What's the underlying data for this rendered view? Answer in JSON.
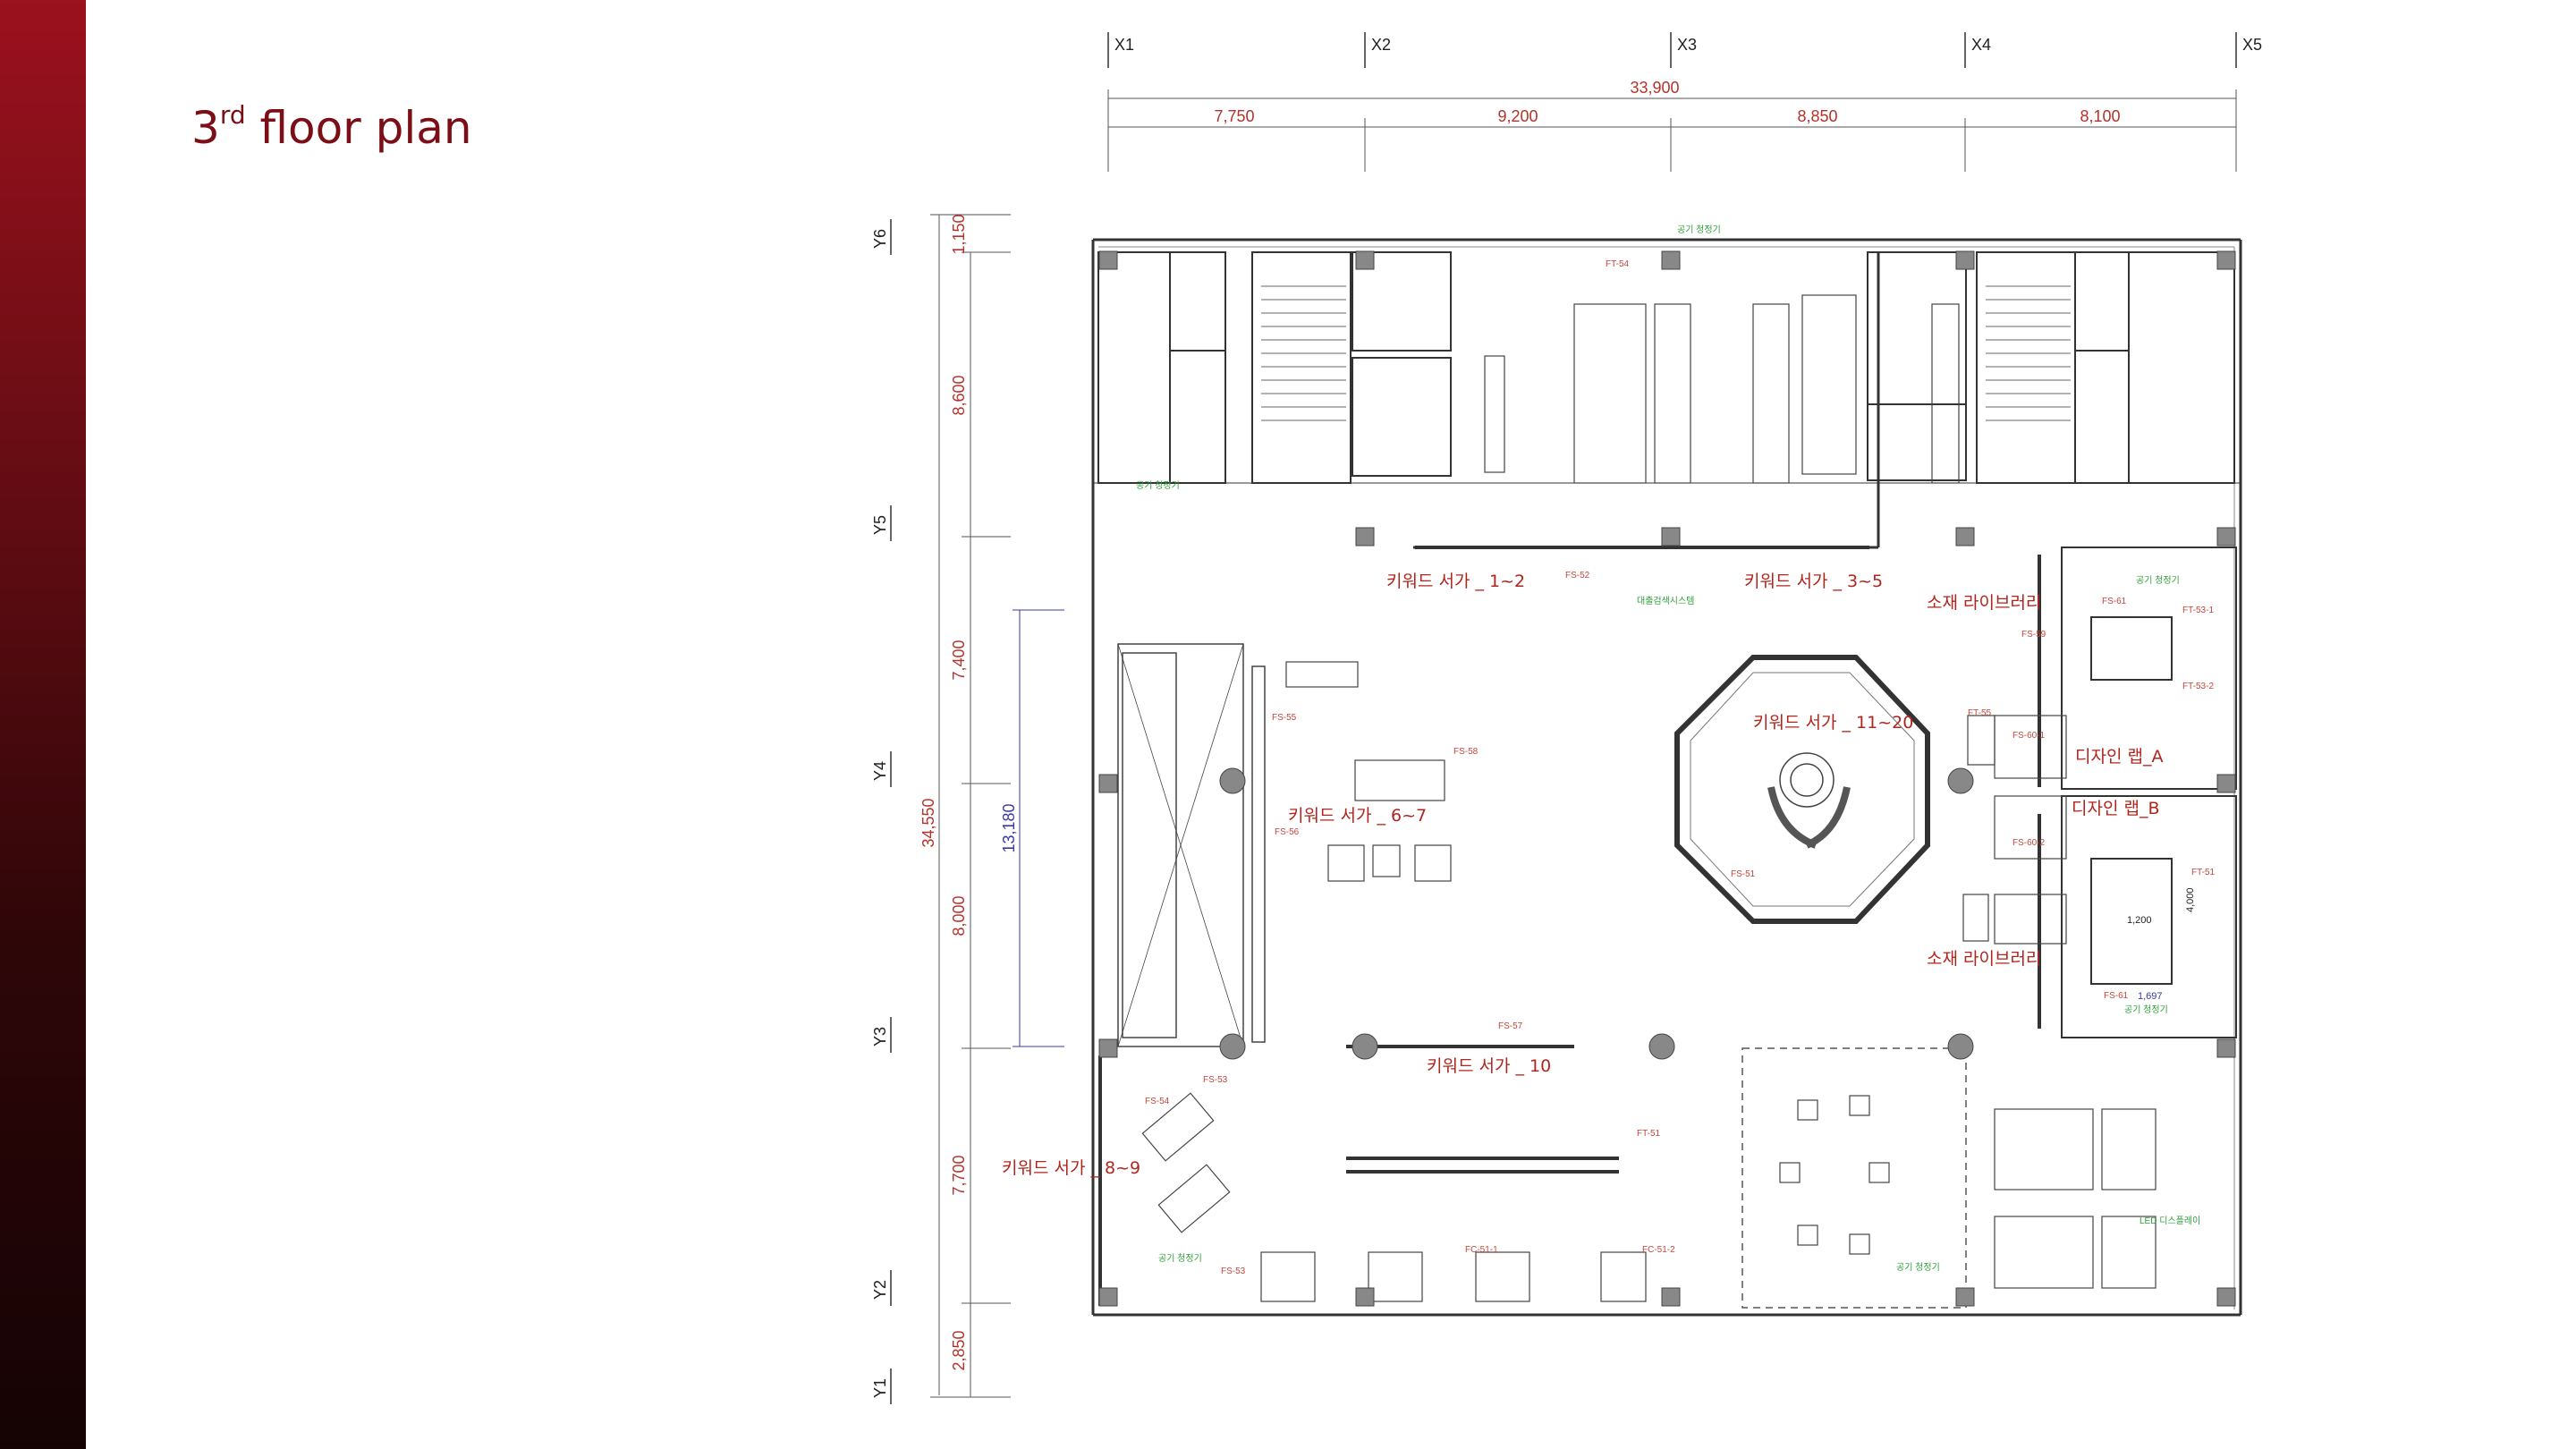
{
  "slide": {
    "title_main": "3",
    "title_sup": "rd",
    "title_rest": " floor plan"
  },
  "axes": {
    "x": [
      "X1",
      "X2",
      "X3",
      "X4",
      "X5"
    ],
    "y": [
      "Y6",
      "Y5",
      "Y4",
      "Y3",
      "Y2",
      "Y1"
    ]
  },
  "dimensions": {
    "overall_x": "33,900",
    "spans_x": [
      "7,750",
      "9,200",
      "8,850",
      "8,100"
    ],
    "overall_y": "34,550",
    "spans_y": [
      "1,150",
      "8,600",
      "7,400",
      "8,000",
      "7,700",
      "2,850"
    ],
    "void_height": "13,180"
  },
  "rooms": {
    "kw_1_2": "키워드 서가 _ 1~2",
    "kw_3_5": "키워드 서가 _ 3~5",
    "kw_6_7": "키워드 서가 _ 6~7",
    "kw_8_9": "키워드 서가 _ 8~9",
    "kw_10": "키워드 서가 _ 10",
    "kw_11_20": "키워드 서가 _ 11~20",
    "material_lib_top": "소재 라이브러리",
    "material_lib_bottom": "소재 라이브러리",
    "design_lab_a": "디자인 랩_A",
    "design_lab_b": "디자인 랩_B"
  },
  "tags": {
    "fs52": "FS-52",
    "fs55": "FS-55",
    "fs58": "FS-58",
    "fs56": "FS-56",
    "fs51": "FS-51",
    "fs57": "FS-57",
    "fs53": "FS-53",
    "fs54": "FS-54",
    "fs59": "FS-59",
    "fs61": "FS-61",
    "fs60_1": "FS-60-1",
    "fs60_2": "FS-60-2",
    "ft55": "FT-55",
    "ft54": "FT-54",
    "ft53_1": "FT-53-1",
    "ft53_2": "FT-53-2",
    "ft51a": "FT-51",
    "ft51b": "FT-51",
    "fc51_1": "FC-51-1",
    "fc51_2": "FC-51-2",
    "fs53b": "FS-53",
    "fs61b": "FS-61"
  },
  "notes": {
    "air1": "공기 청정기",
    "air2": "공기 청정기",
    "air3": "공기 청정기",
    "air4": "공기 청정기",
    "air5": "공기 청정기",
    "air6": "공기 청정기",
    "led": "LED 디스플레이",
    "search": "대출검색시스템",
    "dim_1697": "1,697",
    "dim_1200": "1,200",
    "dim_4000": "4,000"
  }
}
